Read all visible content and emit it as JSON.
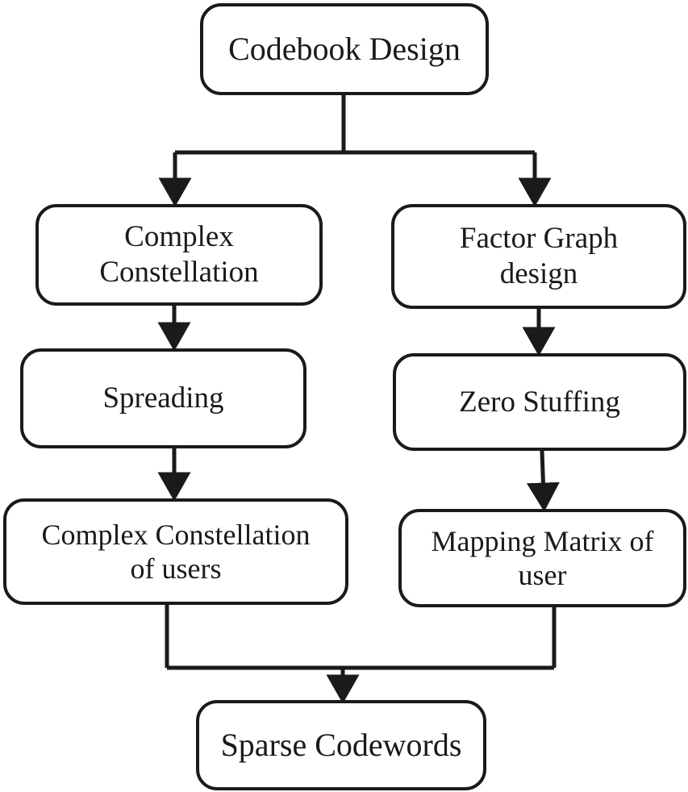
{
  "diagram": {
    "title": "Codebook Design",
    "orientation": "top-down",
    "line_color": "#1a1a1a",
    "background_color": "#ffffff",
    "nodes": [
      {
        "id": "codebook-design",
        "label": "Codebook Design"
      },
      {
        "id": "complex-constellation",
        "label": "Complex\nConstellation"
      },
      {
        "id": "factor-graph-design",
        "label": "Factor Graph\ndesign"
      },
      {
        "id": "spreading",
        "label": "Spreading"
      },
      {
        "id": "zero-stuffing",
        "label": "Zero Stuffing"
      },
      {
        "id": "complex-constellation-users",
        "label": "Complex Constellation\nof users"
      },
      {
        "id": "mapping-matrix-user",
        "label": "Mapping Matrix of\nuser"
      },
      {
        "id": "sparse-codewords",
        "label": "Sparse Codewords"
      }
    ],
    "edges": [
      {
        "from": "codebook-design",
        "to": "complex-constellation"
      },
      {
        "from": "codebook-design",
        "to": "factor-graph-design"
      },
      {
        "from": "complex-constellation",
        "to": "spreading"
      },
      {
        "from": "spreading",
        "to": "complex-constellation-users"
      },
      {
        "from": "factor-graph-design",
        "to": "zero-stuffing"
      },
      {
        "from": "zero-stuffing",
        "to": "mapping-matrix-user"
      },
      {
        "from": "complex-constellation-users",
        "to": "sparse-codewords"
      },
      {
        "from": "mapping-matrix-user",
        "to": "sparse-codewords"
      }
    ]
  }
}
